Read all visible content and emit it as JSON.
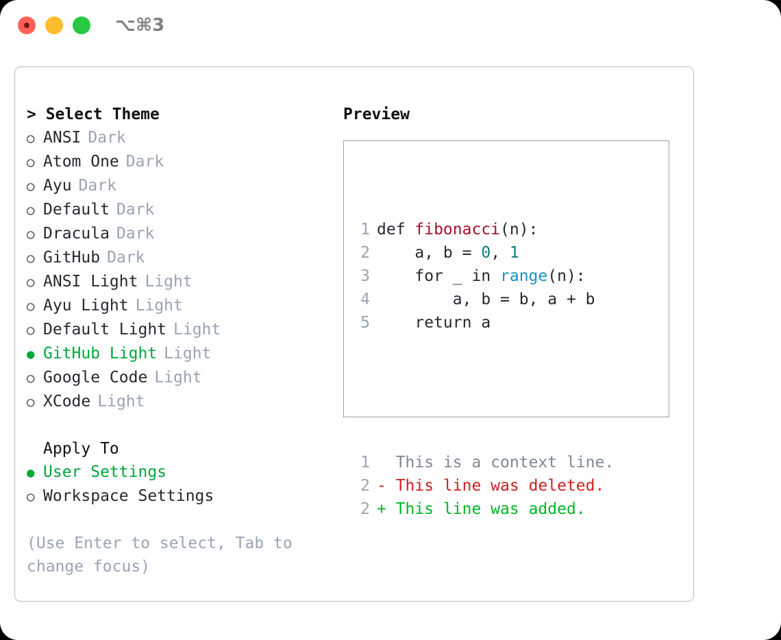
{
  "titlebar": {
    "shortcut": "⌥⌘3",
    "buttons": [
      {
        "name": "close",
        "color": "#ff6159"
      },
      {
        "name": "minimize",
        "color": "#ffbd2e"
      },
      {
        "name": "zoom",
        "color": "#28c840"
      }
    ]
  },
  "theme_picker": {
    "header": "> Select Theme",
    "bullet_on": "●",
    "bullet_off": "○",
    "items": [
      {
        "label": "ANSI",
        "kind": "Dark",
        "selected": false
      },
      {
        "label": "Atom One",
        "kind": "Dark",
        "selected": false
      },
      {
        "label": "Ayu",
        "kind": "Dark",
        "selected": false
      },
      {
        "label": "Default",
        "kind": "Dark",
        "selected": false
      },
      {
        "label": "Dracula",
        "kind": "Dark",
        "selected": false
      },
      {
        "label": "GitHub",
        "kind": "Dark",
        "selected": false
      },
      {
        "label": "ANSI Light",
        "kind": "Light",
        "selected": false
      },
      {
        "label": "Ayu Light",
        "kind": "Light",
        "selected": false
      },
      {
        "label": "Default Light",
        "kind": "Light",
        "selected": false
      },
      {
        "label": "GitHub Light",
        "kind": "Light",
        "selected": true
      },
      {
        "label": "Google Code",
        "kind": "Light",
        "selected": false
      },
      {
        "label": "XCode",
        "kind": "Light",
        "selected": false
      }
    ]
  },
  "apply_to": {
    "header": "Apply To",
    "items": [
      {
        "label": "User Settings",
        "selected": true
      },
      {
        "label": "Workspace Settings",
        "selected": false
      }
    ]
  },
  "hint": "(Use Enter to select, Tab to change focus)",
  "preview": {
    "title": "Preview",
    "code_lines": [
      {
        "num": "1",
        "segments": [
          {
            "text": "def ",
            "style": "plain"
          },
          {
            "text": "fibonacci",
            "style": "fn"
          },
          {
            "text": "(n):",
            "style": "plain"
          }
        ]
      },
      {
        "num": "2",
        "segments": [
          {
            "text": "    a, b = ",
            "style": "plain"
          },
          {
            "text": "0",
            "style": "num"
          },
          {
            "text": ", ",
            "style": "plain"
          },
          {
            "text": "1",
            "style": "num"
          }
        ]
      },
      {
        "num": "3",
        "segments": [
          {
            "text": "    for _ in ",
            "style": "plain"
          },
          {
            "text": "range",
            "style": "call"
          },
          {
            "text": "(n):",
            "style": "plain"
          }
        ]
      },
      {
        "num": "4",
        "segments": [
          {
            "text": "        a, b = b, a + b",
            "style": "plain"
          }
        ]
      },
      {
        "num": "5",
        "segments": [
          {
            "text": "    return a",
            "style": "plain"
          }
        ]
      }
    ],
    "diff_lines": [
      {
        "num": "1",
        "marker": "  ",
        "text": "This is a context line.",
        "kind": "context"
      },
      {
        "num": "2",
        "marker": "- ",
        "text": "This line was deleted.",
        "kind": "deleted"
      },
      {
        "num": "2",
        "marker": "+ ",
        "text": "This line was added.",
        "kind": "added"
      }
    ]
  },
  "colors": {
    "accent_green": "#00a63c",
    "muted": "#9aa3b2",
    "hint": "#9aa3b5",
    "fn_red": "#a4112a",
    "num_teal": "#0c7b7b",
    "call_blue": "#1a8fc4",
    "diff_deleted": "#cc2020",
    "diff_added": "#00b526",
    "panel_border": "#b3bcc9",
    "preview_border": "#97a2b0"
  }
}
